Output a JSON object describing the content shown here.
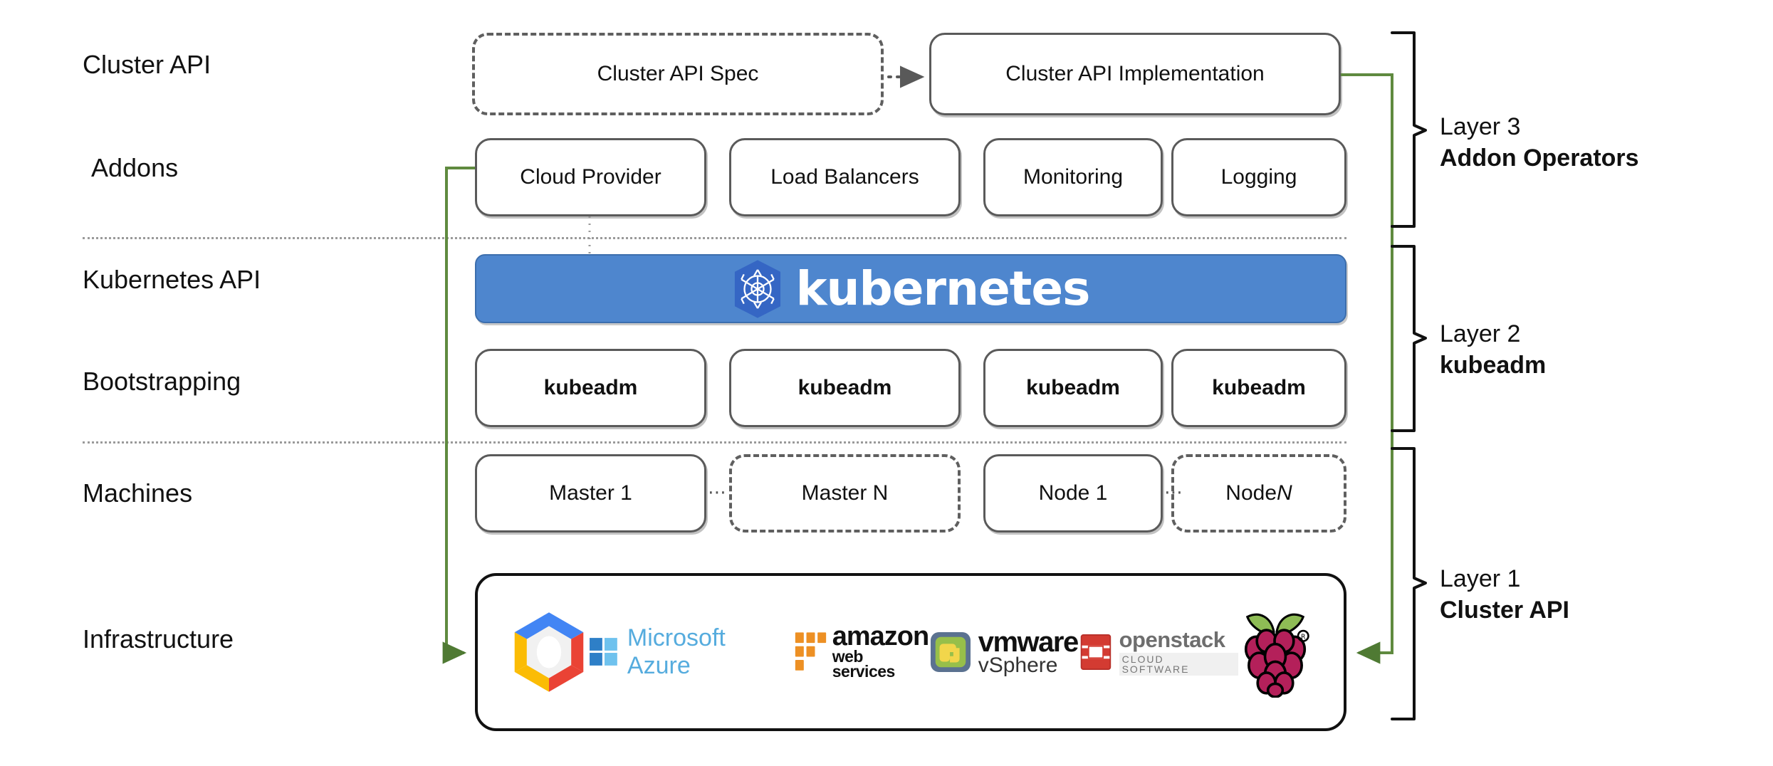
{
  "diagram": {
    "title": "Kubernetes Cluster API layered architecture",
    "colors": {
      "kubernetes_blue": "#4E86CE",
      "connector_green": "#5F8A3F",
      "box_border_gray": "#5A5A5A",
      "separator_gray": "#9A9A9A"
    }
  },
  "row_labels": [
    {
      "id": "cluster-api",
      "text": "Cluster API"
    },
    {
      "id": "addons",
      "text": "Addons"
    },
    {
      "id": "kubernetes-api",
      "text": "Kubernetes API"
    },
    {
      "id": "bootstrapping",
      "text": "Bootstrapping"
    },
    {
      "id": "machines",
      "text": "Machines"
    },
    {
      "id": "infrastructure",
      "text": "Infrastructure"
    }
  ],
  "cluster_api_row": {
    "spec": {
      "label": "Cluster API Spec",
      "style": "dashed"
    },
    "implementation": {
      "label": "Cluster API Implementation",
      "style": "solid"
    },
    "arrow": {
      "from": "Cluster API Spec",
      "to": "Cluster API Implementation",
      "style": "dotted"
    }
  },
  "addons_row": [
    {
      "label": "Cloud Provider"
    },
    {
      "label": "Load Balancers"
    },
    {
      "label": "Monitoring"
    },
    {
      "label": "Logging"
    }
  ],
  "kubernetes_banner": {
    "wordmark": "kubernetes",
    "logo": "kubernetes-helm-icon"
  },
  "bootstrapping_row": [
    {
      "label": "kubeadm"
    },
    {
      "label": "kubeadm"
    },
    {
      "label": "kubeadm"
    },
    {
      "label": "kubeadm"
    }
  ],
  "machines_row": [
    {
      "label": "Master 1",
      "label_prefix": "Master 1",
      "label_italic": "",
      "style": "solid"
    },
    {
      "label": "Master N",
      "label_prefix": "Master N",
      "label_italic": "",
      "style": "dashed"
    },
    {
      "label": "Node 1",
      "label_prefix": "Node 1",
      "label_italic": "",
      "style": "solid"
    },
    {
      "label": "Node N",
      "label_prefix": "Node ",
      "label_italic": "N",
      "style": "dashed"
    }
  ],
  "machine_ellipses": [
    "⋯",
    "⋯"
  ],
  "infrastructure_row": {
    "providers": [
      {
        "name": "google-cloud-platform",
        "text": ""
      },
      {
        "name": "microsoft-azure",
        "text": "Microsoft Azure"
      },
      {
        "name": "amazon-web-services",
        "text": "amazon",
        "subtext": "web services"
      },
      {
        "name": "vmware-vsphere",
        "text": "vmware",
        "subtext": "vSphere"
      },
      {
        "name": "openstack",
        "text": "openstack",
        "subtext": "CLOUD SOFTWARE"
      },
      {
        "name": "raspberry-pi",
        "text": ""
      }
    ]
  },
  "layer_captions": [
    {
      "id": "layer-3",
      "top": "Layer 3",
      "bottom": "Addon Operators"
    },
    {
      "id": "layer-2",
      "top": "Layer 2",
      "bottom": "kubeadm"
    },
    {
      "id": "layer-1",
      "top": "Layer 1",
      "bottom": "Cluster API"
    }
  ]
}
